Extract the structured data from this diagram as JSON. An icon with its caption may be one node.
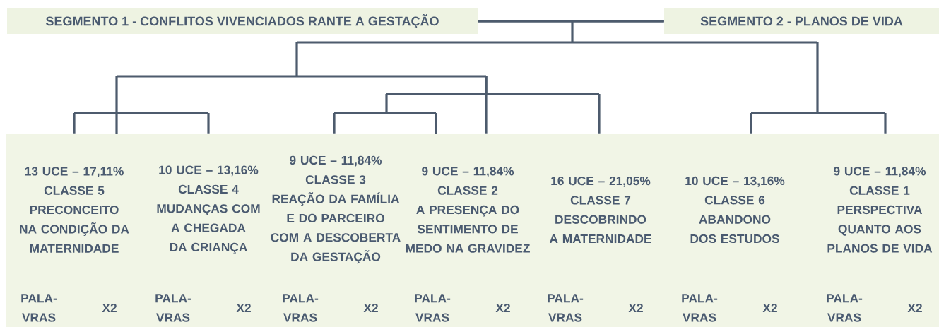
{
  "diagram": {
    "nodes": [
      {
        "text": [
          "SEGMENTO 1 - CONFLITOS VIVENCIADOS RANTE A GESTAÇÃO"
        ]
      },
      {
        "text": [
          "SEGMENTO 2 - PLANOS DE VIDA"
        ]
      },
      {
        "text": [],
        "shape": "box"
      },
      {
        "text": [
          "13 UCE – 17,11%",
          "CLASSE 5",
          "PRECONCEITO NA CONDIÇÃO DA MATERNIDADE",
          "PALA- VRAS",
          "X2"
        ],
        "in": 2
      },
      {
        "text": [
          "10 UCE – 13,16%",
          "CLASSE 4",
          "MUDANÇAS COM A CHEGADA DA CRIANÇA",
          "PALA- VRAS",
          "X2"
        ],
        "in": 2
      },
      {
        "text": [
          "9 UCE – 11,84%",
          "CLASSE 3",
          "REAÇÃO DA FAMÍLIA E DO PARCEIRO COM A DESCOBERTA DA GESTAÇÃO",
          "PALA- VRAS",
          "X2"
        ],
        "in": 2
      },
      {
        "text": [
          "9 UCE – 11,84%",
          "CLASSE 2",
          "A PRESENÇA DO SENTIMENTO DE MEDO NA GRAVIDEZ",
          "PALA- VRAS",
          "X2"
        ],
        "in": 2
      },
      {
        "text": [
          "16 UCE – 21,05%",
          "CLASSE 7",
          "DESCOBRINDO A MATERNIDADE",
          "PALA- VRAS",
          "X2"
        ],
        "in": 2
      },
      {
        "text": [
          "10 UCE – 13,16%",
          "CLASSE 6",
          "ABANDONO DOS ESTUDOS",
          "PALA- VRAS",
          "X2"
        ],
        "in": 2
      },
      {
        "text": [
          "9 UCE – 11,84%",
          "CLASSE 1",
          "PERSPECTIVA QUANTO AOS PLANOS DE VIDA",
          "PALA- VRAS",
          "X2"
        ],
        "in": 2
      }
    ],
    "edges": [
      {
        "from": 0,
        "to": 1,
        "arrow": "none"
      },
      {
        "from": 0,
        "to": 3,
        "arrow": "none"
      },
      {
        "from": 0,
        "to": 4,
        "arrow": "none"
      },
      {
        "from": 0,
        "to": 5,
        "arrow": "none"
      },
      {
        "from": 0,
        "to": 6,
        "arrow": "none"
      },
      {
        "from": 0,
        "to": 7,
        "arrow": "none"
      },
      {
        "from": 1,
        "to": 8,
        "arrow": "none"
      },
      {
        "from": 1,
        "to": 9,
        "arrow": "none"
      }
    ]
  }
}
